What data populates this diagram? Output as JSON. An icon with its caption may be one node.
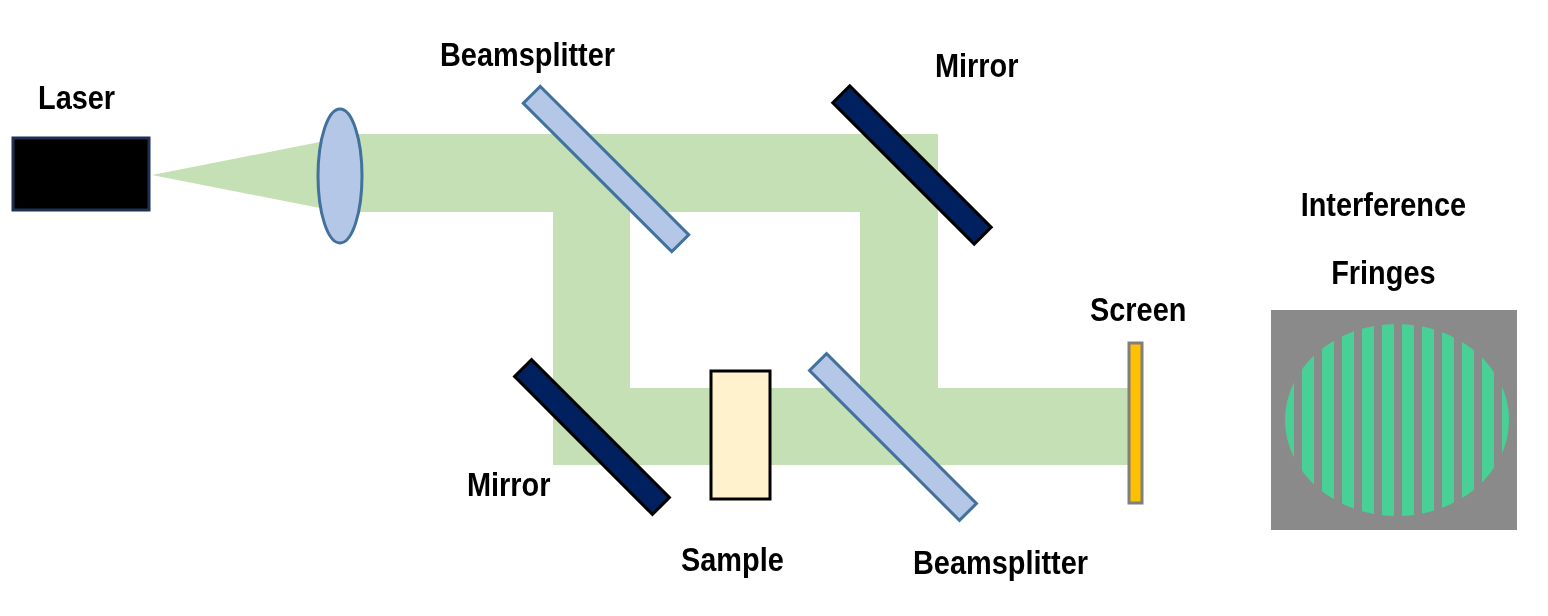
{
  "diagram": {
    "nodes": [
      {
        "text": [],
        "shape": "box",
        "beside": [
          "Laser"
        ]
      },
      {
        "text": [],
        "shape": "ellipse"
      },
      {
        "text": [],
        "shape": "bar",
        "beside": [
          "Beamsplitter"
        ]
      },
      {
        "text": [],
        "shape": "bar",
        "beside": [
          "Mirror"
        ]
      },
      {
        "text": [],
        "shape": "picture",
        "beside": [
          "Interference Fringes"
        ]
      },
      {
        "text": [],
        "shape": "bar",
        "beside": [
          "Screen"
        ]
      },
      {
        "text": [],
        "shape": "bar",
        "beside": [
          "Mirror"
        ]
      },
      {
        "text": [],
        "shape": "box",
        "beside": [
          "Sample"
        ]
      },
      {
        "text": [],
        "shape": "bar",
        "beside": [
          "Beamsplitter"
        ]
      }
    ]
  }
}
